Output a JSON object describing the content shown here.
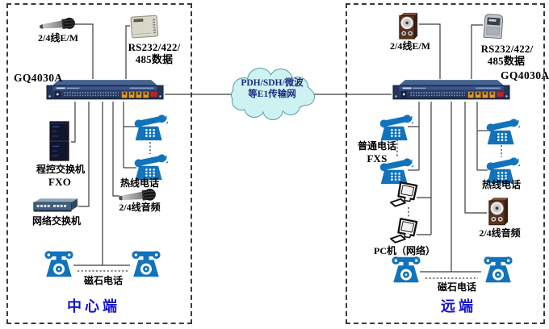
{
  "diagram_title": "GQ4030A E1 access multiplexer application diagram",
  "left_panel": {
    "title": "中心端",
    "device_label": "GQ4030A",
    "em_label": "2/4线E/M",
    "rs232_line1": "RS232/422/",
    "rs232_line2": "485数据",
    "pbx_line1": "程控交换机",
    "pbx_line2": "FXO",
    "lan_switch_label": "网络交换机",
    "hotline_label": "热线电话",
    "audio_label": "2/4线音频",
    "magneto_label": "磁石电话"
  },
  "cloud": {
    "line1": "PDH/SDH/微波",
    "line2": "等E1传输网"
  },
  "right_panel": {
    "title": "远端",
    "device_label": "GQ4030A",
    "em_label": "2/4线E/M",
    "rs232_line1": "RS232/422/",
    "rs232_line2": "485数据",
    "fxs_line1": "普通电话",
    "fxs_line2": "FXS",
    "hotline_label": "热线电话",
    "audio_label": "2/4线音频",
    "pc_label": "PC机（网络）",
    "magneto_label": "磁石电话"
  },
  "icons": {
    "microphone": "handheld-microphone-icon",
    "speaker": "audio-speaker-box-icon",
    "desk_phone": "blue-desk-phone-icon",
    "magneto_phone": "blue-rotary-magneto-phone-icon",
    "pc": "desktop-computer-icon",
    "serial_modem": "rs232-terminal-box-icon",
    "meter": "rs232-data-unit-icon",
    "pbx": "pbx-cabinet-icon",
    "lan_switch": "ethernet-switch-icon",
    "multiplexer": "gq4030a-rack-unit-icon",
    "cloud": "transport-network-cloud"
  },
  "colors": {
    "phone_blue": "#1173bb",
    "title_blue": "#1414cc",
    "cloud_fill": "#cdf2f1",
    "cloud_stroke": "#55a0a0",
    "cloud_text": "#1b2a80",
    "device_navy": "#2b4069",
    "port_orange": "#e09a28",
    "label_red": "#c32222",
    "line_gray": "#3c3c3c"
  }
}
